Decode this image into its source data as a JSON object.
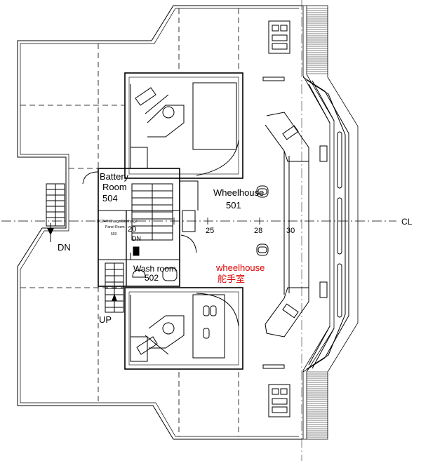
{
  "rooms": {
    "battery": {
      "line1": "Battery",
      "line2": "Room",
      "number": "504"
    },
    "panel": {
      "line1": "DC24V Charge/Discharge",
      "line2": "Panel Room",
      "number": "503"
    },
    "wheelhouse": {
      "name": "Wheelhouse",
      "number": "501"
    },
    "wash": {
      "name": "Wash room",
      "number": "502"
    }
  },
  "frames": [
    "20",
    "25",
    "28",
    "30"
  ],
  "centerline_label": "CL",
  "stairs": {
    "down_main": "DN",
    "down_inner": "DN",
    "up": "UP"
  },
  "annotation": {
    "english": "wheelhouse",
    "chinese": "舵手室",
    "color": "#e00000"
  }
}
